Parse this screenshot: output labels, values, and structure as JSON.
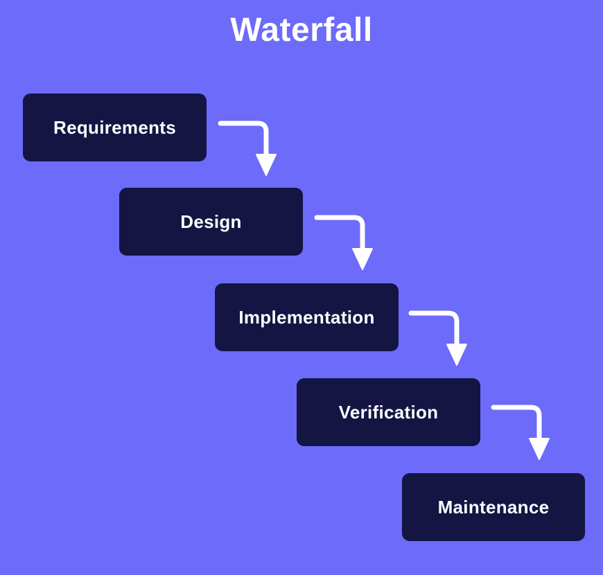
{
  "title": "Waterfall",
  "stages": [
    {
      "label": "Requirements"
    },
    {
      "label": "Design"
    },
    {
      "label": "Implementation"
    },
    {
      "label": "Verification"
    },
    {
      "label": "Maintenance"
    }
  ],
  "icons": {
    "connector": "elbow-arrow-down"
  },
  "colors": {
    "background": "#6C6BFA",
    "box": "#141543",
    "text": "#FFFFFF",
    "arrow": "#FFFFFF"
  }
}
